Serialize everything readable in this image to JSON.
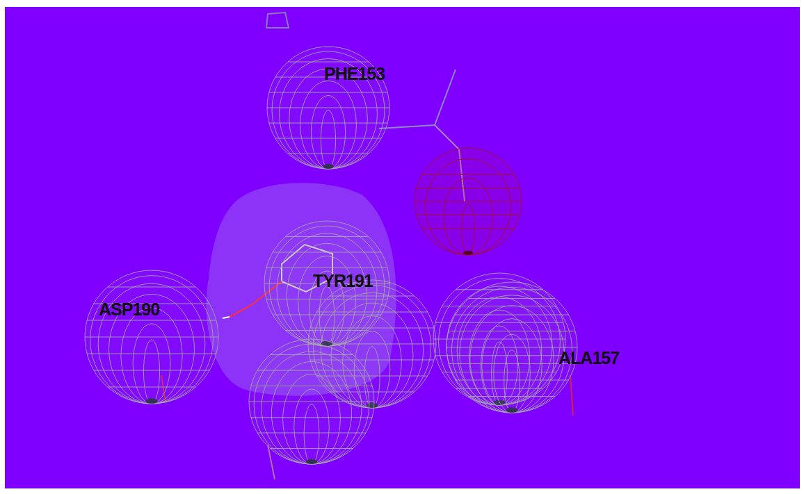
{
  "diagram": {
    "labels": [
      "PHE153",
      "TYR191",
      "ASP190",
      "ALA157"
    ]
  }
}
